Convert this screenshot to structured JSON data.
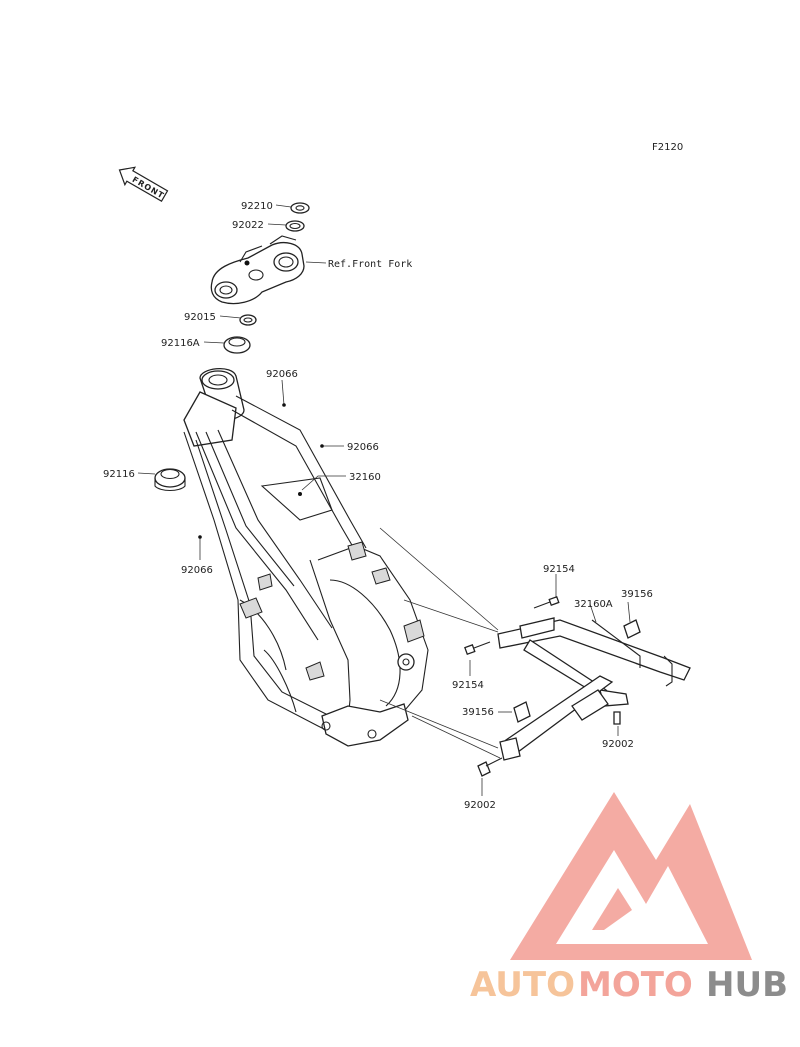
{
  "figure_code": "F2120",
  "front_arrow_label": "FRONT",
  "reference_label": "Ref.Front Fork",
  "callouts": [
    {
      "id": "c1",
      "label": "92210"
    },
    {
      "id": "c2",
      "label": "92022"
    },
    {
      "id": "c3",
      "label": "92015"
    },
    {
      "id": "c4",
      "label": "92116A"
    },
    {
      "id": "c5",
      "label": "92066"
    },
    {
      "id": "c6",
      "label": "92066"
    },
    {
      "id": "c7",
      "label": "32160"
    },
    {
      "id": "c8",
      "label": "92116"
    },
    {
      "id": "c9",
      "label": "92066"
    },
    {
      "id": "c10",
      "label": "92154"
    },
    {
      "id": "c11",
      "label": "32160A"
    },
    {
      "id": "c12",
      "label": "39156"
    },
    {
      "id": "c13",
      "label": "92154"
    },
    {
      "id": "c14",
      "label": "39156"
    },
    {
      "id": "c15",
      "label": "92002"
    },
    {
      "id": "c16",
      "label": "92002"
    }
  ],
  "watermark": {
    "text_part1": "AUTO",
    "text_part2": "MOTO",
    "text_part3": "HUB",
    "color_orange": "#f6c49a",
    "color_pink": "#f3a49a",
    "color_gray": "#8c8c8c",
    "logo_color": "#f29c93"
  }
}
